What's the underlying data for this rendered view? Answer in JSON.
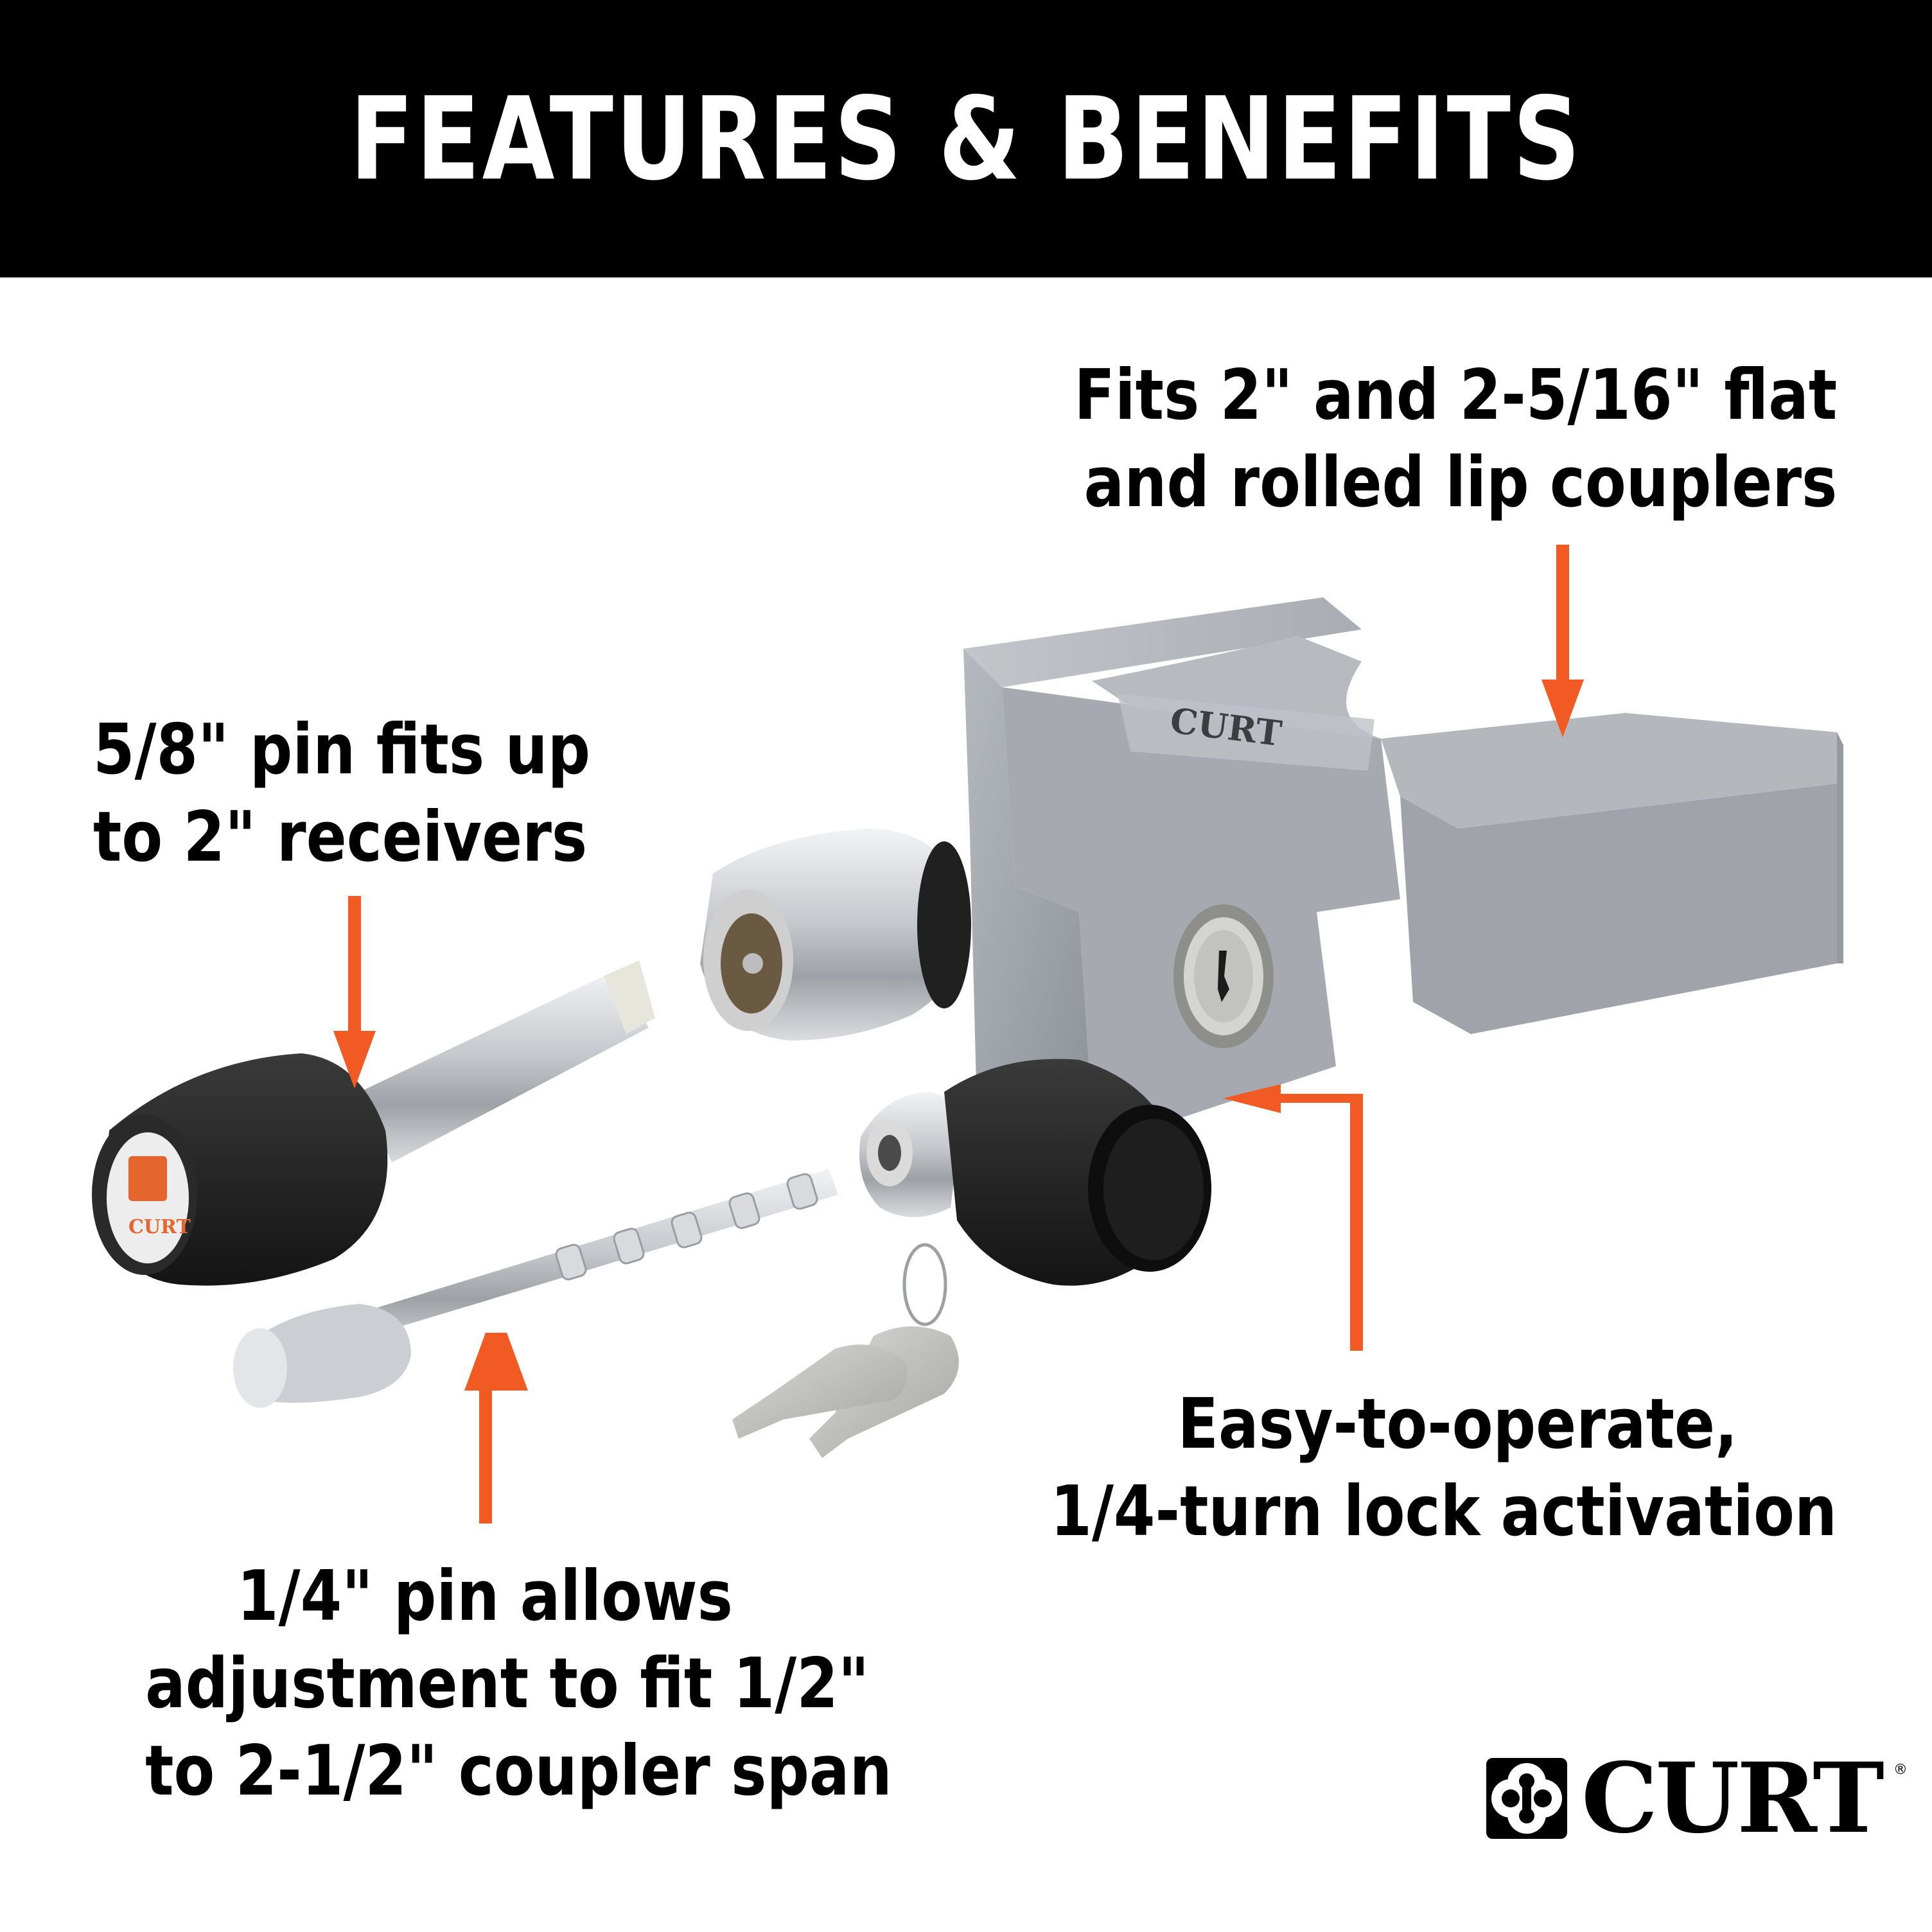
{
  "header": {
    "title": "FEATURES & BENEFITS",
    "background": "#000000",
    "text_color": "#FFFFFF"
  },
  "accent_color": "#F15A22",
  "callouts": {
    "coupler_fit": {
      "lines": [
        "Fits 2\" and 2-5/16\" flat",
        "and rolled lip couplers"
      ],
      "arrow": "down"
    },
    "receiver_pin": {
      "lines": [
        "5/8\" pin fits up",
        "to 2\" receivers"
      ],
      "arrow": "down"
    },
    "quarter_turn": {
      "lines": [
        "Easy-to-operate,",
        "1/4-turn lock activation"
      ],
      "arrow": "elbow-left"
    },
    "adjustable_pin": {
      "lines": [
        "1/4\" pin allows",
        "adjustment to fit 1/2\"",
        "to 2-1/2\" coupler span"
      ],
      "arrow": "up"
    }
  },
  "product": {
    "components": [
      "coupler-lock-body",
      "receiver-pin-5-8",
      "receiver-lock-head",
      "coupler-pin-1-4",
      "quarter-turn-lock-head",
      "keys"
    ],
    "body_label": "CURT",
    "pin_cap_label": "CURT",
    "body_color": "#A4A8AE",
    "rubber_color": "#1E1E1E",
    "chrome_color": "#C9CCD0"
  },
  "brand": {
    "name": "CURT",
    "registered_mark": "®",
    "icon": "curt-emblem-icon"
  }
}
